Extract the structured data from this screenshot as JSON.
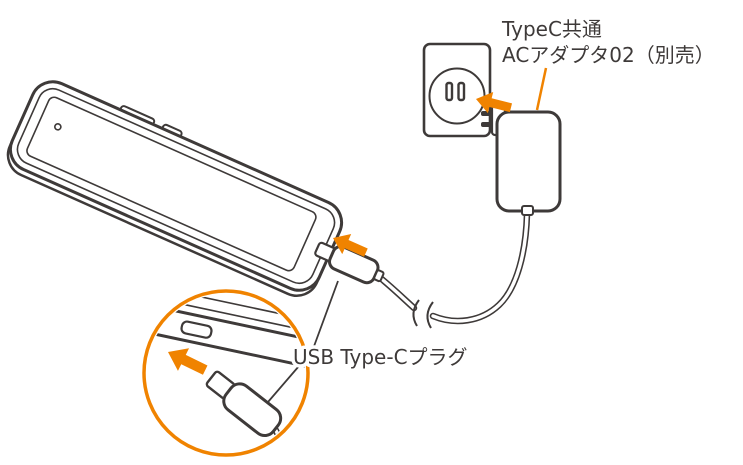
{
  "figure": {
    "labels": {
      "adapter": {
        "line1": "TypeC共通",
        "line2": "ACアダプタ02（別売）"
      },
      "usb_plug": "USB Type-Cプラグ"
    },
    "colors": {
      "outline": "#3e3a39",
      "accent_orange": "#f08300",
      "background": "#ffffff"
    }
  }
}
